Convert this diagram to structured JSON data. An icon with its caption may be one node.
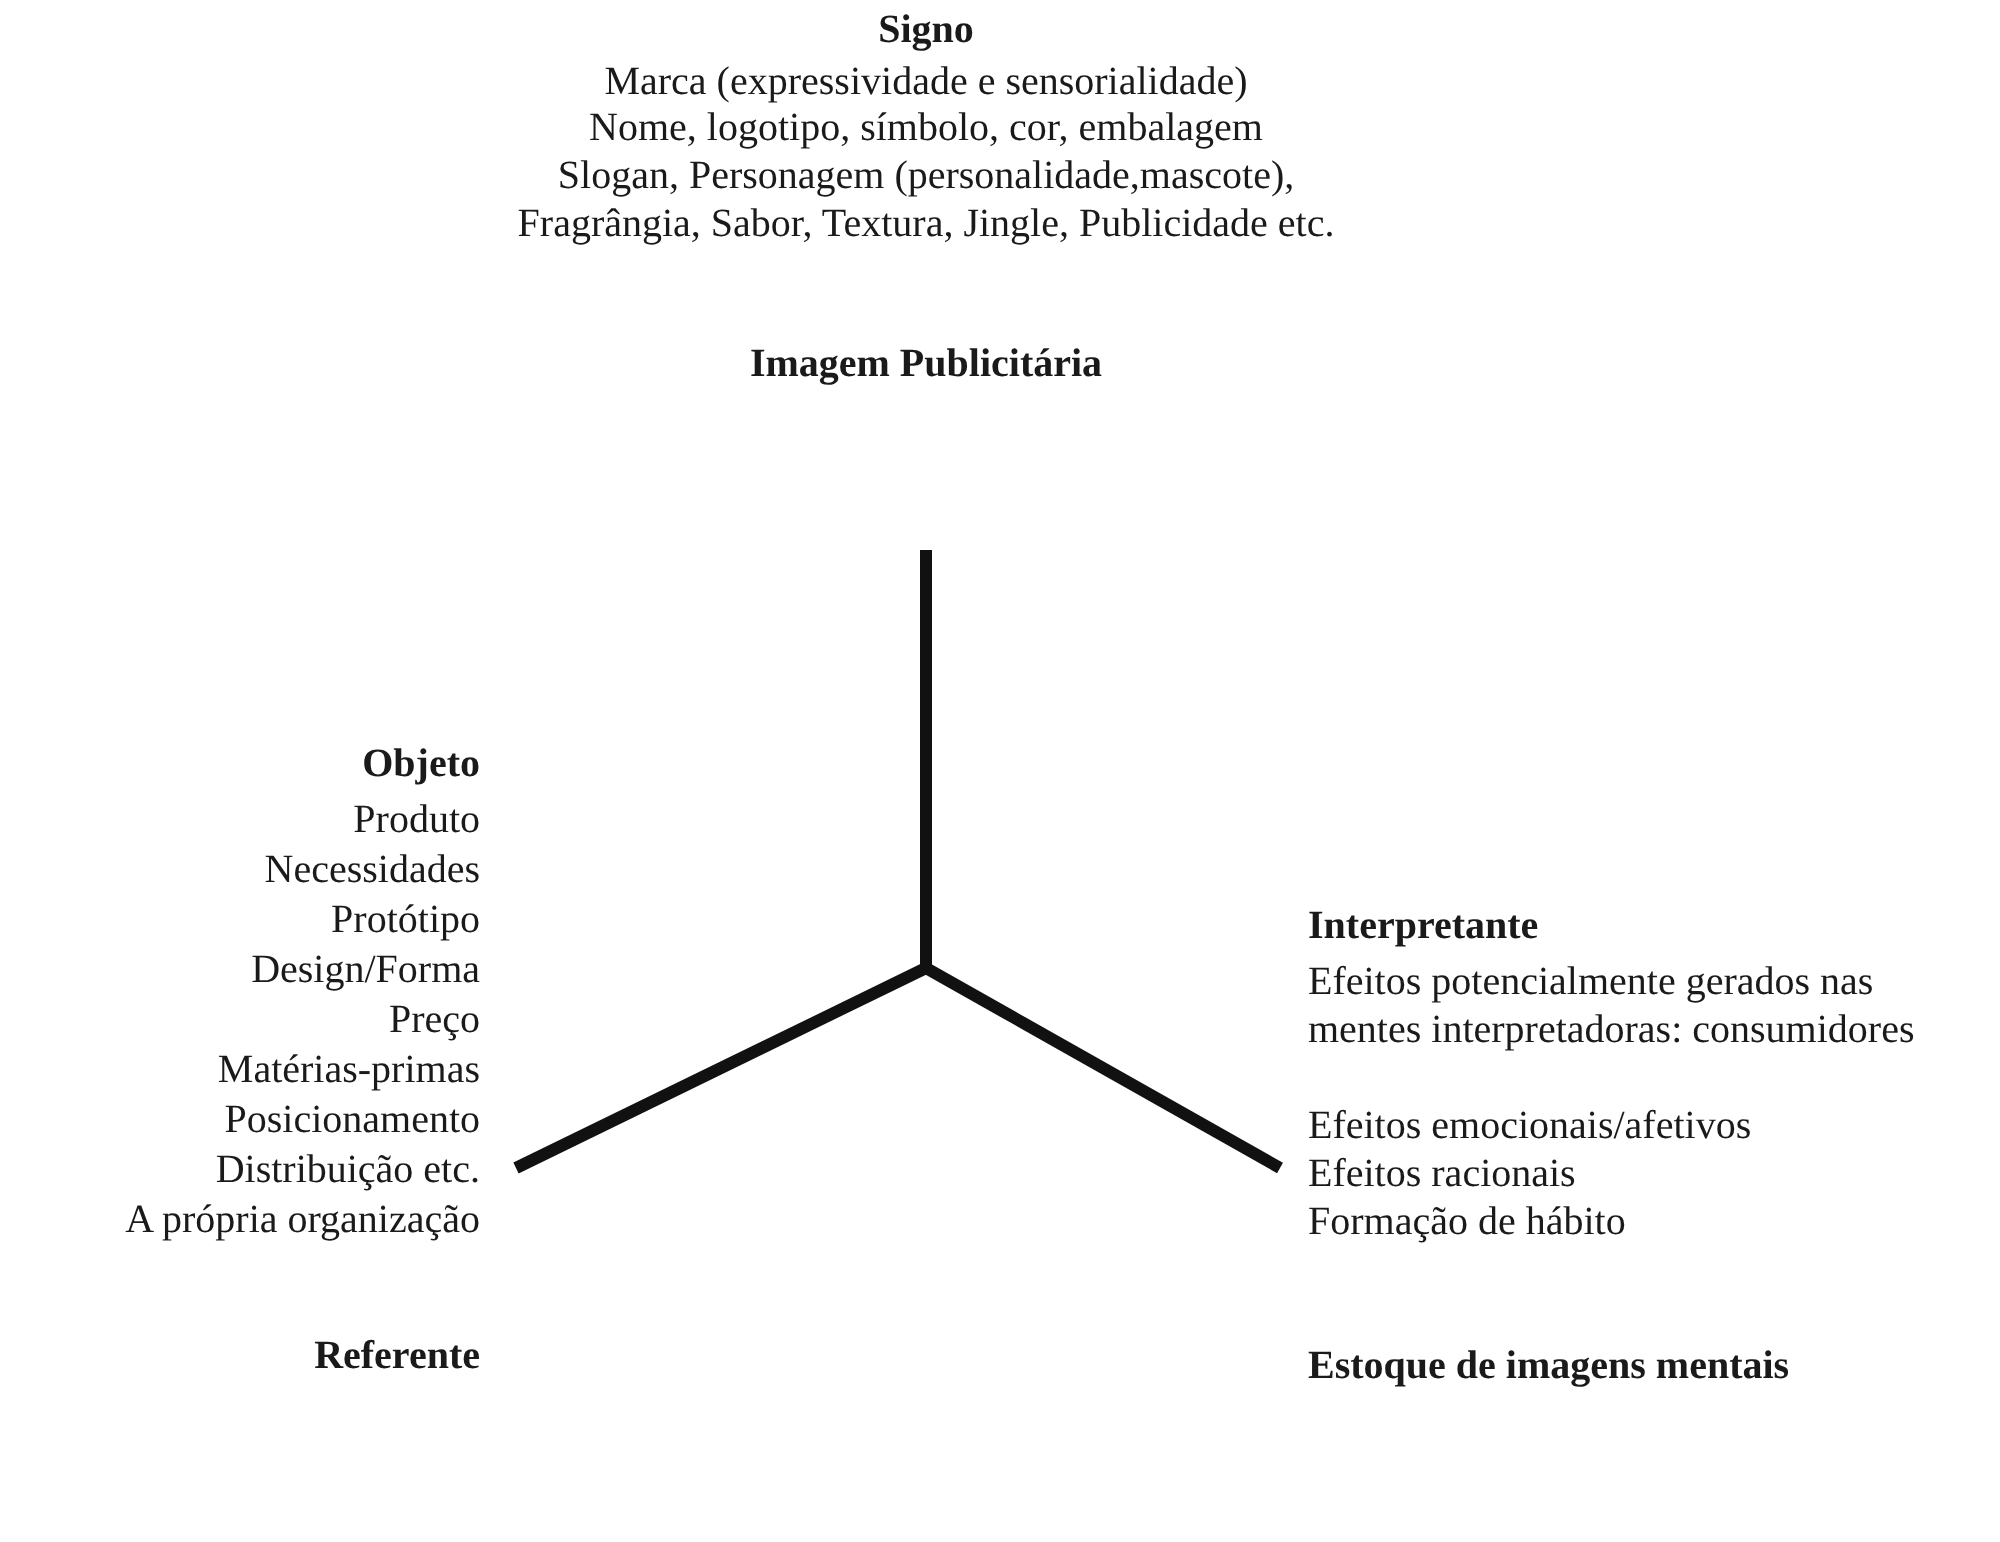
{
  "diagram": {
    "labels": [
      "Signo",
      "Marca (expressividade e sensorialidade)",
      "Nome, logotipo, símbolo, cor, embalagem",
      "Slogan, Personagem (personalidade,mascote),",
      "Fragrângia, Sabor, Textura, Jingle, Publicidade etc.",
      "Imagem Publicitária",
      "Objeto",
      "Produto",
      "Necessidades",
      "Protótipo",
      "Design/Forma",
      "Preço",
      "Matérias-primas",
      "Posicionamento",
      "Distribuição etc.",
      "A própria organização",
      "Interpretante",
      "Efeitos potencialmente gerados nas mentes interpretadoras: consumidores",
      "Efeitos emocionais/afetivos",
      "Efeitos racionais",
      "Formação de hábito",
      "Estoque de imagens mentais",
      "Referente"
    ]
  }
}
